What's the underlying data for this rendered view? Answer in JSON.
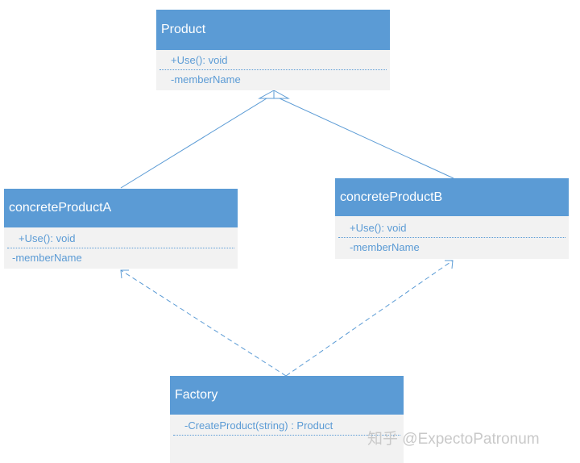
{
  "classes": {
    "product": {
      "name": "Product",
      "members": [
        "+Use(): void",
        "-memberName"
      ]
    },
    "concrete_a": {
      "name": "concreteProductA",
      "members": [
        "+Use(): void",
        "-memberName"
      ]
    },
    "concrete_b": {
      "name": "concreteProductB",
      "members": [
        "+Use(): void",
        "-memberName"
      ]
    },
    "factory": {
      "name": "Factory",
      "members": [
        "-CreateProduct(string) : Product"
      ]
    }
  },
  "relations": [
    {
      "from": "concreteProductA",
      "to": "Product",
      "kind": "generalization"
    },
    {
      "from": "concreteProductB",
      "to": "Product",
      "kind": "generalization"
    },
    {
      "from": "Factory",
      "to": "concreteProductA",
      "kind": "dependency"
    },
    {
      "from": "Factory",
      "to": "concreteProductB",
      "kind": "dependency"
    }
  ],
  "colors": {
    "header": "#5b9bd5",
    "body": "#f2f2f2",
    "text": "#5b9bd5",
    "line": "#5b9bd5"
  },
  "watermark": "知乎 @ExpectoPatronum"
}
